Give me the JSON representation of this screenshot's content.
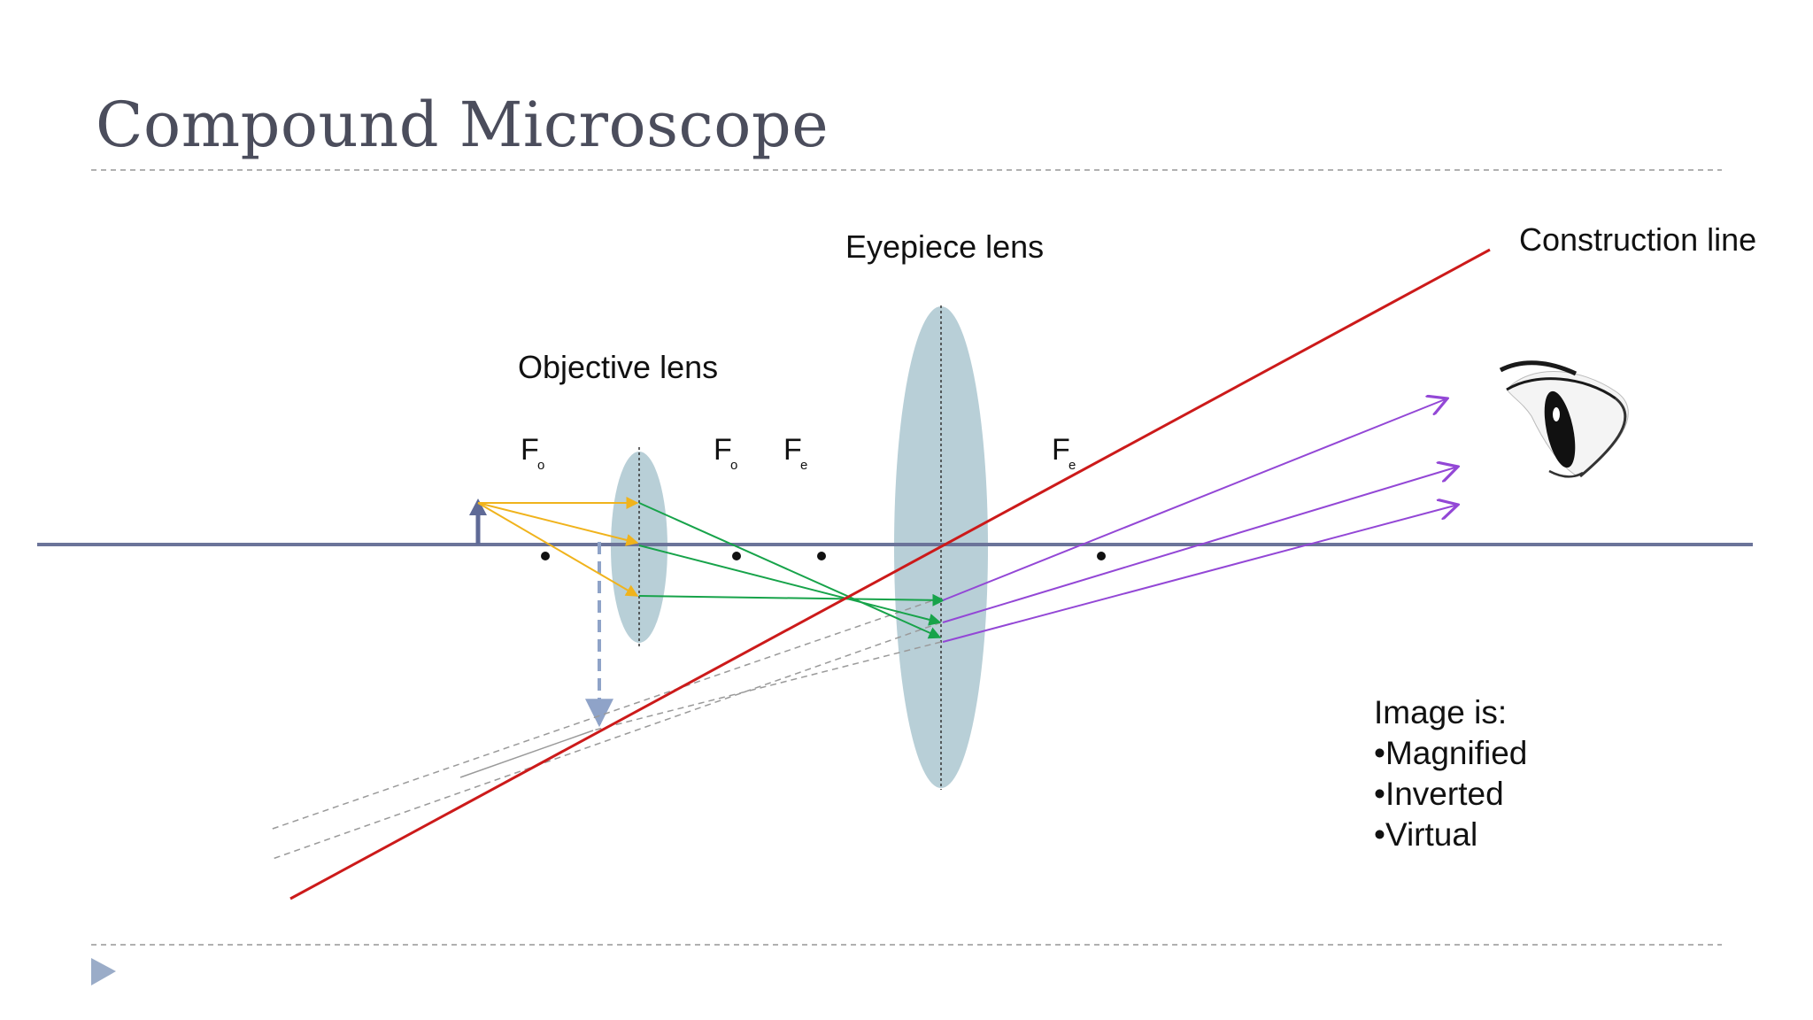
{
  "title": "Compound Microscope",
  "labels": {
    "eyepiece": "Eyepiece lens",
    "objective": "Objective lens",
    "construction": "Construction line"
  },
  "focal_points": [
    {
      "main": "F",
      "sub": "o"
    },
    {
      "main": "F",
      "sub": "o"
    },
    {
      "main": "F",
      "sub": "e"
    },
    {
      "main": "F",
      "sub": "e"
    }
  ],
  "summary": {
    "heading": "Image is:",
    "items": [
      "•Magnified",
      "•Inverted",
      "•Virtual"
    ]
  },
  "colors": {
    "axis": "#6b7499",
    "lens": "#b8cfd7",
    "object_rays": "#f0b31c",
    "objective_rays": "#17a34a",
    "eyepiece_rays": "#9347d6",
    "construction_line": "#cc1a1a",
    "object_arrow": "#5f6a96",
    "intermediate_image": "#8fa3c8",
    "dashed_extensions": "#9a9a9a",
    "divider": "#b0b0b0",
    "title": "#4b4d5c",
    "nav_arrow": "#9aacc8"
  },
  "icons": {
    "eye": "eye-icon",
    "next": "play-triangle-icon"
  }
}
